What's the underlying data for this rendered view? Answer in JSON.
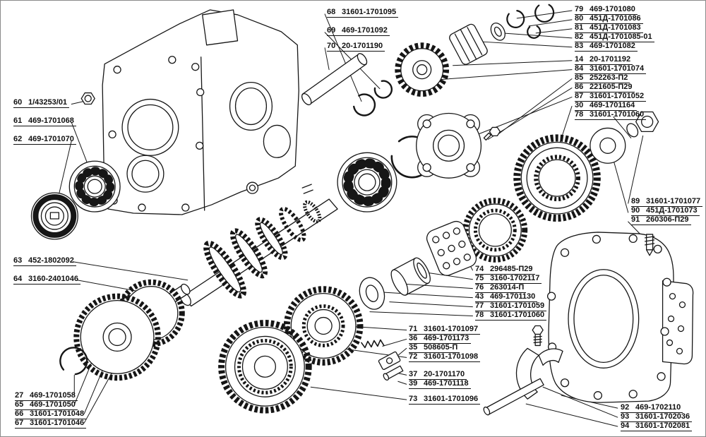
{
  "figure": {
    "description": "Exploded view parts diagram of a gearbox (transmission) assembly with numbered part callouts"
  },
  "labels": {
    "l60": {
      "num": "60",
      "part": "1/43253/01"
    },
    "l61": {
      "num": "61",
      "part": "469-1701068"
    },
    "l62": {
      "num": "62",
      "part": "469-1701070"
    },
    "l63": {
      "num": "63",
      "part": "452-1802092"
    },
    "l64": {
      "num": "64",
      "part": "3160-2401046"
    },
    "l27": {
      "num": "27",
      "part": "469-1701058"
    },
    "l65": {
      "num": "65",
      "part": "469-1701050"
    },
    "l66": {
      "num": "66",
      "part": "31601-1701048"
    },
    "l67": {
      "num": "67",
      "part": "31601-1701046"
    },
    "l68": {
      "num": "68",
      "part": "31601-1701095"
    },
    "l69": {
      "num": "69",
      "part": "469-1701092"
    },
    "l70": {
      "num": "70",
      "part": "20-1701190"
    },
    "l79": {
      "num": "79",
      "part": "469-1701080"
    },
    "l80": {
      "num": "80",
      "part": "451Д-1701086"
    },
    "l81": {
      "num": "81",
      "part": "451Д-1701083"
    },
    "l82": {
      "num": "82",
      "part": "451Д-1701085-01"
    },
    "l83": {
      "num": "83",
      "part": "469-1701082"
    },
    "l14": {
      "num": "14",
      "part": "20-1701192"
    },
    "l84": {
      "num": "84",
      "part": "31601-1701074"
    },
    "l85": {
      "num": "85",
      "part": "252263-П2"
    },
    "l86": {
      "num": "86",
      "part": "221605-П29"
    },
    "l87": {
      "num": "87",
      "part": "31601-1701052"
    },
    "l30": {
      "num": "30",
      "part": "469-1701164"
    },
    "l78a": {
      "num": "78",
      "part": "31601-1701060"
    },
    "l89": {
      "num": "89",
      "part": "31601-1701077"
    },
    "l90": {
      "num": "90",
      "part": "451Д-1701073"
    },
    "l91": {
      "num": "91",
      "part": "260306-П29"
    },
    "l74": {
      "num": "74",
      "part": "296485-П29"
    },
    "l75": {
      "num": "75",
      "part": "3160-1702117"
    },
    "l76": {
      "num": "76",
      "part": "263014-П"
    },
    "l43": {
      "num": "43",
      "part": "469-1701130"
    },
    "l77": {
      "num": "77",
      "part": "31601-1701059"
    },
    "l78b": {
      "num": "78",
      "part": "31601-1701060"
    },
    "l71": {
      "num": "71",
      "part": "31601-1701097"
    },
    "l36": {
      "num": "36",
      "part": "469-1701173"
    },
    "l35": {
      "num": "35",
      "part": "508605-П"
    },
    "l72": {
      "num": "72",
      "part": "31601-1701098"
    },
    "l37": {
      "num": "37",
      "part": "20-1701170"
    },
    "l39": {
      "num": "39",
      "part": "469-1701118"
    },
    "l73": {
      "num": "73",
      "part": "31601-1701096"
    },
    "l92": {
      "num": "92",
      "part": "469-1702110"
    },
    "l93": {
      "num": "93",
      "part": "31601-1702036"
    },
    "l94": {
      "num": "94",
      "part": "31601-1702081"
    }
  }
}
